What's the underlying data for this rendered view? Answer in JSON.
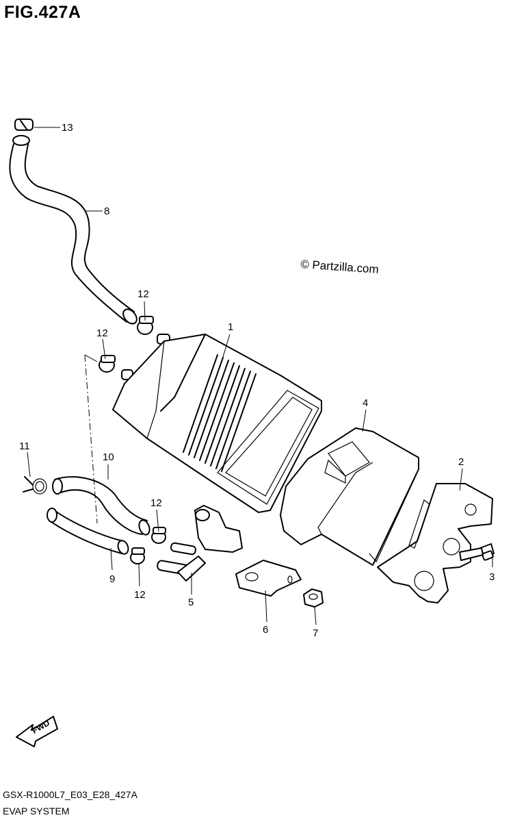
{
  "figure": {
    "title": "FIG.427A",
    "watermark": "© Partzilla.com",
    "model_code": "GSX-R1000L7_E03_E28_427A",
    "subtitle": "EVAP SYSTEM",
    "direction_label": "FWD"
  },
  "callouts": {
    "c1": "1",
    "c2": "2",
    "c3": "3",
    "c4": "4",
    "c5": "5",
    "c6": "6",
    "c7": "7",
    "c8": "8",
    "c9": "9",
    "c10": "10",
    "c11": "11",
    "c12a": "12",
    "c12b": "12",
    "c12c": "12",
    "c12d": "12",
    "c13": "13"
  }
}
